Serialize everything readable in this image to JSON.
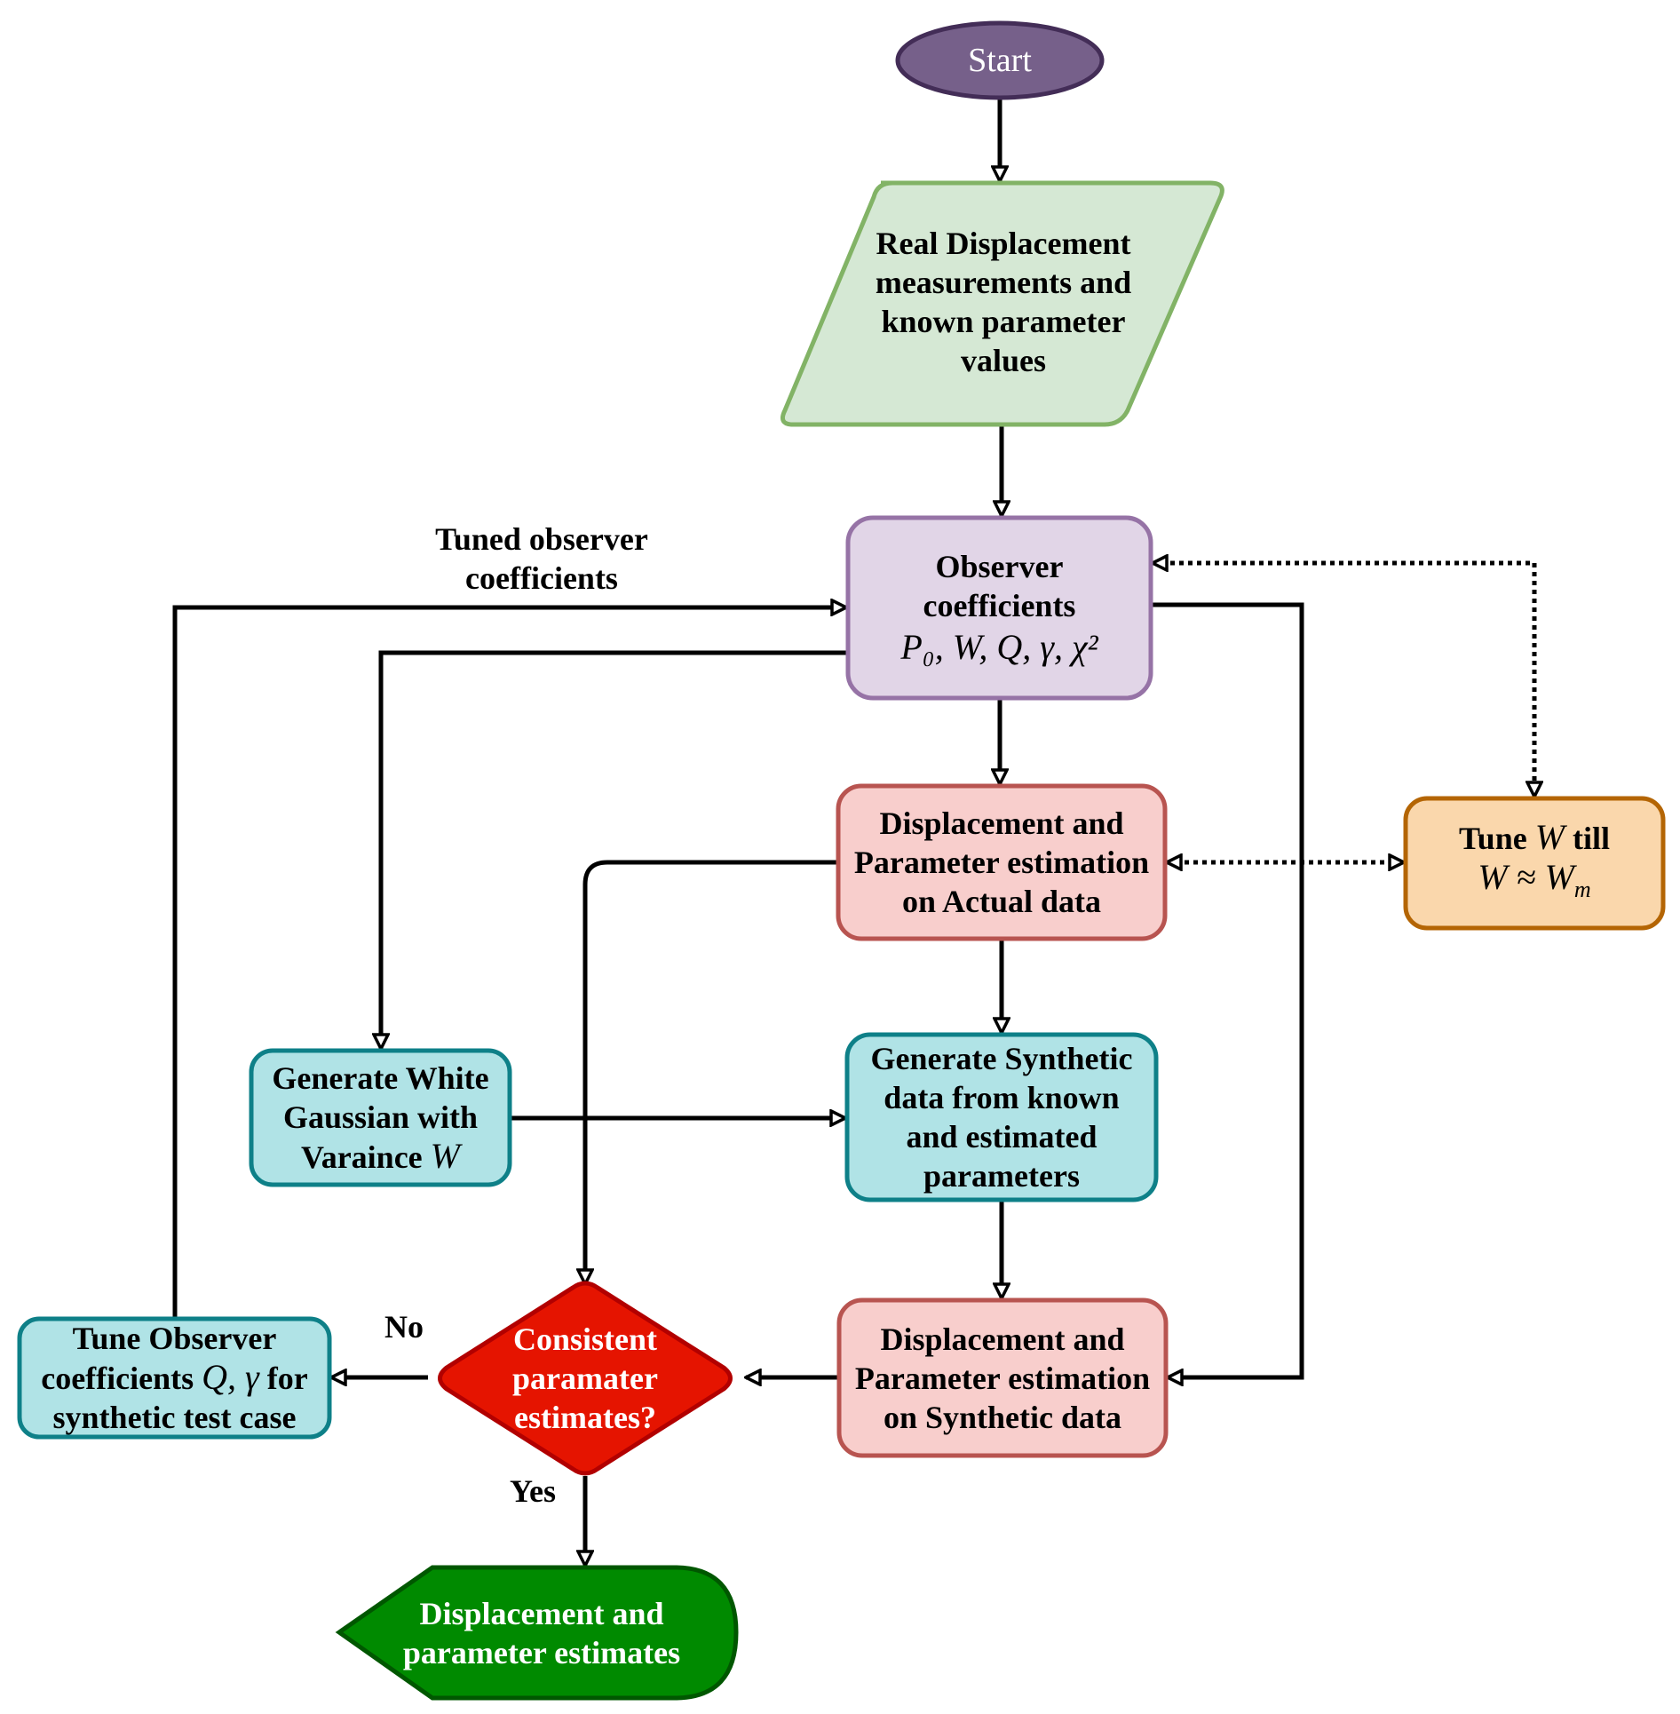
{
  "colors": {
    "start_fill": "#76608a",
    "start_stroke": "#432d57",
    "input_fill": "#d5e8d4",
    "input_stroke": "#82b366",
    "observer_fill": "#e1d5e7",
    "observer_stroke": "#9673a6",
    "estimation_fill": "#f8cecc",
    "estimation_stroke": "#b85450",
    "generate_fill": "#b0e3e6",
    "generate_stroke": "#0e8088",
    "tune_w_fill": "#fad7ac",
    "tune_w_stroke": "#b46504",
    "decision_fill": "#e51400",
    "decision_stroke": "#b20000",
    "output_fill": "#008a00",
    "output_stroke": "#005700",
    "edge": "#000000"
  },
  "nodes": {
    "start": {
      "text": "Start"
    },
    "input": {
      "lines": [
        "Real Displacement",
        "measurements and",
        "known parameter",
        "values"
      ]
    },
    "observer": {
      "lines": [
        "Observer",
        "coefficients"
      ],
      "math": "P₀, W, Q, γ, χ²"
    },
    "estimation_actual": {
      "lines": [
        "Displacement and",
        "Parameter estimation",
        "on Actual data"
      ]
    },
    "tune_w": {
      "line1_pre": "Tune ",
      "line1_math": "W",
      "line1_post": " till",
      "line2_math": "W ≈ W",
      "line2_sub": "m"
    },
    "generate_white": {
      "line1": "Generate White",
      "line2": "Gaussian with",
      "line3_pre": "Varaince ",
      "line3_math": "W"
    },
    "generate_synthetic": {
      "lines": [
        "Generate Synthetic",
        "data from known",
        "and estimated",
        "parameters"
      ]
    },
    "estimation_synthetic": {
      "lines": [
        "Displacement and",
        "Parameter estimation",
        "on Synthetic data"
      ]
    },
    "decision": {
      "lines": [
        "Consistent",
        "paramater",
        "estimates?"
      ]
    },
    "tune_observer": {
      "line1": "Tune Observer",
      "line2_pre": "coefficients ",
      "line2_math": "Q, γ",
      "line2_post": " for",
      "line3": "synthetic test case"
    },
    "output": {
      "lines": [
        "Displacement and",
        "parameter estimates"
      ]
    }
  },
  "edge_labels": {
    "tuned_observer": [
      "Tuned observer",
      "coefficients"
    ],
    "no": "No",
    "yes": "Yes"
  }
}
